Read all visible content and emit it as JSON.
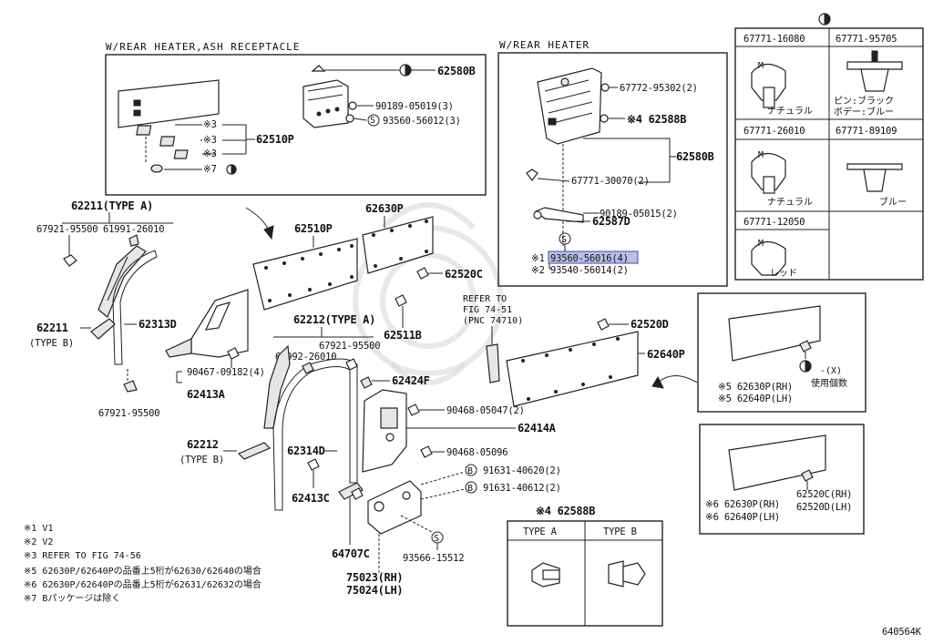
{
  "panel_left_title": "W/REAR HEATER,ASH RECEPTACLE",
  "panel_mid_title": "W/REAR HEATER",
  "clip_table": {
    "cells": [
      {
        "pn": "67771-16080",
        "label": "ナチュラル"
      },
      {
        "pn": "67771-95705",
        "label": "ピン:ブラック\nボデー:ブルー"
      },
      {
        "pn": "67771-26010",
        "label": "ナチュラル"
      },
      {
        "pn": "67771-89109",
        "label": "ブルー"
      },
      {
        "pn": "67771-12050",
        "label": "レッド"
      }
    ]
  },
  "box_left_labels": {
    "p62580B": "62580B",
    "p90189_05019": "90189-05019(3)",
    "p93560_56012": "93560-56012(3)",
    "p62510P_box": "62510P",
    "star3a": "※3",
    "star3b": "※3",
    "star3c": "※3",
    "star7": "※7"
  },
  "box_mid_labels": {
    "p67772": "67772-95302(2)",
    "p62588B": "※4 62588B",
    "p62580B_mid": "62580B",
    "p67771_30070": "67771-30070(2)",
    "p90189_05015": "90189-05015(2)",
    "p62587D": "62587D",
    "s1_mark": "※1",
    "s1_pn": "93560-56016(4)",
    "s2_mark": "※2",
    "s2_pn": "93540-56014(2)"
  },
  "main_labels": {
    "p62211A": "62211(TYPE A)",
    "p67921_95500_top": "67921-95500",
    "p61991": "61991-26010",
    "p62211B": "62211",
    "p62211B_type": "(TYPE B)",
    "p62313D": "62313D",
    "p67921_95500_bot": "67921-95500",
    "p90467": "90467-09182(4)",
    "p62413A": "62413A",
    "p62510P": "62510P",
    "p62630P": "62630P",
    "p62520C": "62520C",
    "p62511B": "62511B",
    "p62212A": "62212(TYPE A)",
    "p61992": "61992-26010",
    "p67921_95500_mid": "67921-95500",
    "p62424F": "62424F",
    "p90468_05047": "90468-05047(2)",
    "p62414A": "62414A",
    "p90468_05096": "90468-05096",
    "p62212B": "62212",
    "p62212B_type": "(TYPE B)",
    "p62314D": "62314D",
    "p62413C": "62413C",
    "p91631_40620": "91631-40620(2)",
    "p91631_40612": "91631-40612(2)",
    "p64707C": "64707C",
    "p93566": "93566-15512",
    "p75023": "75023(RH)",
    "p75024": "75024(LH)",
    "refer_1": "REFER TO",
    "refer_2": "FIG 74-51",
    "refer_3": "(PNC 74710)",
    "p62520D": "62520D",
    "p62640P": "62640P"
  },
  "inset5": {
    "x_note": "-(X)",
    "count_note": "使用個数",
    "l1": "※5 62630P(RH)",
    "l2": "※5 62640P(LH)"
  },
  "inset6": {
    "l1": "※6 62630P(RH)",
    "l2": "※6 62640P(LH)",
    "r1": "62520C(RH)",
    "r2": "62520D(LH)"
  },
  "type_box": {
    "title": "※4 62588B",
    "a": "TYPE A",
    "b": "TYPE B"
  },
  "notes": [
    "※1 V1",
    "※2 V2",
    "※3 REFER TO FIG 74-56",
    "※5 62630P/62640Pの品番上5桁が62630/62640の場合",
    "※6 62630P/62640Pの品番上5桁が62631/62632の場合",
    "※7 Bパッケージは除く"
  ],
  "figure_code": "640564K"
}
